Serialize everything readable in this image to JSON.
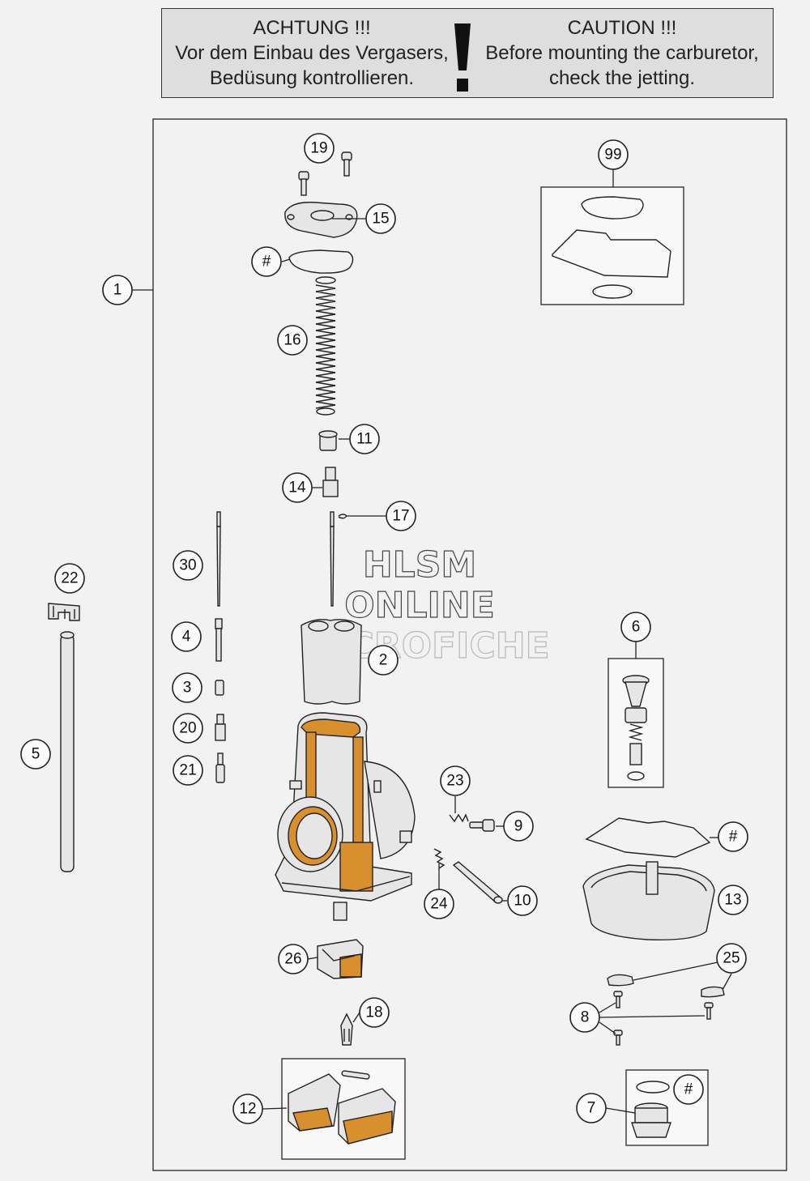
{
  "warning": {
    "german": [
      "ACHTUNG !!!",
      "Vor dem Einbau des Vergasers,",
      "Bedüsung kontrollieren."
    ],
    "english": [
      "CAUTION !!!",
      "Before mounting the carburetor,",
      "check the jetting."
    ]
  },
  "watermark": [
    "HLSM",
    "ONLINE",
    "MICROFICHE"
  ],
  "callouts": {
    "c1": "1",
    "c2": "2",
    "c3": "3",
    "c4": "4",
    "c5": "5",
    "c6": "6",
    "c7": "7",
    "c8": "8",
    "c9": "9",
    "c10": "10",
    "c11": "11",
    "c12": "12",
    "c13": "13",
    "c14": "14",
    "c15": "15",
    "c16": "16",
    "c17": "17",
    "c18": "18",
    "c19": "19",
    "c20": "20",
    "c21": "21",
    "c22": "22",
    "c23": "23",
    "c24": "24",
    "c25": "25",
    "c26": "26",
    "c30": "30",
    "c99": "99",
    "hash_top": "#",
    "hash_bowl": "#",
    "hash_drain": "#"
  },
  "colors": {
    "accent_orange": "#d88f2e",
    "background": "#f2f2f2",
    "banner": "#dedede"
  }
}
